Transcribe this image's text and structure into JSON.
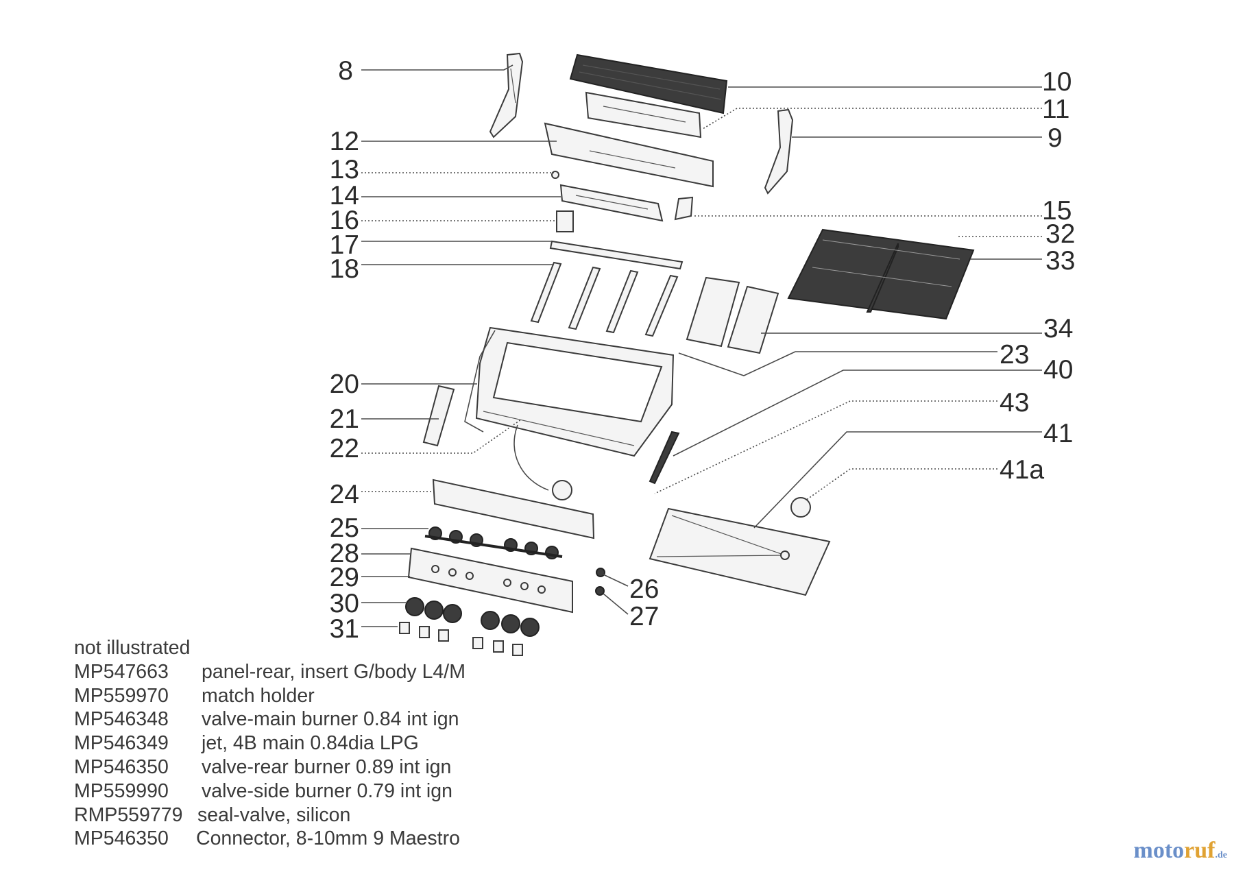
{
  "diagram": {
    "callouts": [
      "8",
      "10",
      "11",
      "9",
      "12",
      "13",
      "14",
      "16",
      "15",
      "32",
      "17",
      "33",
      "18",
      "34",
      "23",
      "40",
      "20",
      "43",
      "21",
      "41",
      "22",
      "41a",
      "24",
      "25",
      "28",
      "26",
      "29",
      "30",
      "27",
      "31"
    ]
  },
  "notes": {
    "heading": "not illustrated",
    "items": [
      {
        "code": "MP547663",
        "desc": "panel-rear, insert G/body L4/M"
      },
      {
        "code": "MP559970",
        "desc": "match holder"
      },
      {
        "code": "MP546348",
        "desc": "valve-main burner 0.84 int ign"
      },
      {
        "code": "MP546349",
        "desc": "jet, 4B main 0.84dia LPG"
      },
      {
        "code": "MP546350",
        "desc": "valve-rear burner 0.89 int ign"
      },
      {
        "code": "MP559990",
        "desc": "valve-side burner 0.79 int ign"
      },
      {
        "code": "RMP559779",
        "desc": "seal-valve, silicon"
      },
      {
        "code": "MP546350",
        "desc": "Connector, 8-10mm 9 Maestro"
      }
    ]
  },
  "brand": {
    "part1": "moto",
    "part2": "ruf",
    "suffix": ".de"
  }
}
